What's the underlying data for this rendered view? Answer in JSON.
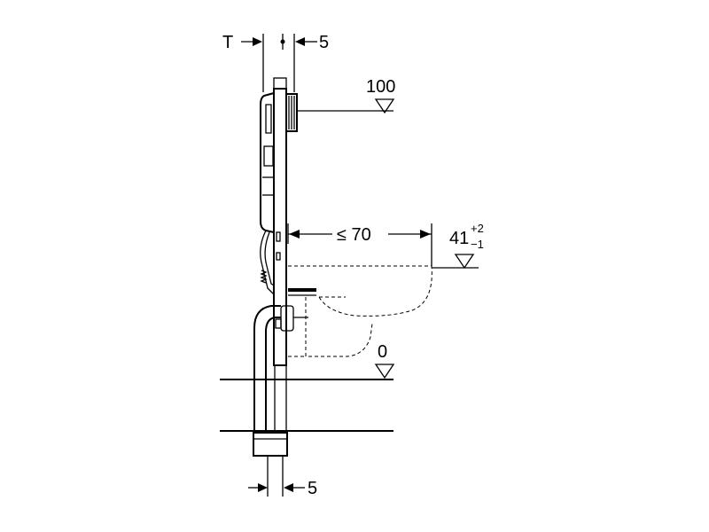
{
  "dimensions": {
    "top_left": "T",
    "top_right": "5",
    "height_top": "100",
    "projection": "≤ 70",
    "height_bowl_base": "41",
    "height_bowl_sup": "+2",
    "height_bowl_sub": "−1",
    "floor": "0",
    "bottom": "5"
  },
  "colors": {
    "line": "#000000",
    "background": "#ffffff"
  }
}
